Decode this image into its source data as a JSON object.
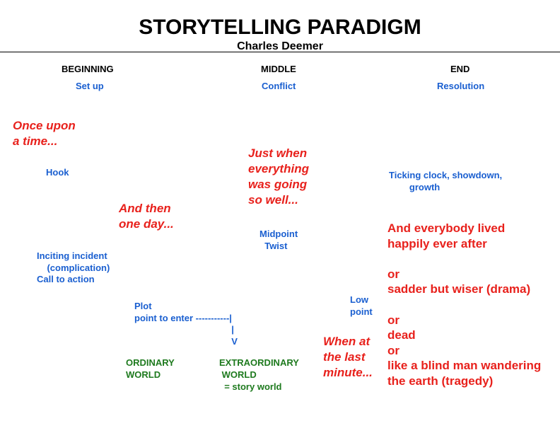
{
  "title": "STORYTELLING PARADIGM",
  "author": "Charles Deemer",
  "columns": [
    {
      "header": "BEGINNING",
      "sub": "Set up"
    },
    {
      "header": "MIDDLE",
      "sub": "Conflict"
    },
    {
      "header": "END",
      "sub": "Resolution"
    }
  ],
  "phrases": {
    "once_upon": "Once upon\na time...",
    "and_then": "And then\none day...",
    "just_when": "Just when\neverything\nwas going\nso well...",
    "when_last": "When at\nthe last\nminute...",
    "endings": "And everybody lived\nhappily ever after\n\nor\nsadder but wiser (drama)\n\nor\ndead\nor\nlike a blind man wandering\nthe earth (tragedy)"
  },
  "beats": {
    "hook": "Hook",
    "inciting": "Inciting incident\n    (complication)\nCall to action",
    "plot_point": "Plot\npoint to enter -----------|\n                                      |\n                                      V",
    "midpoint": "Midpoint\n  Twist",
    "low_point": "Low\npoint",
    "ticking": "Ticking clock, showdown,\n        growth"
  },
  "worlds": {
    "ordinary": "ORDINARY\nWORLD",
    "extraordinary": "EXTRAORDINARY\n WORLD\n  = story world"
  },
  "colors": {
    "beat": "#1a5fd0",
    "phrase": "#e8211c",
    "world": "#1e7a1e"
  }
}
